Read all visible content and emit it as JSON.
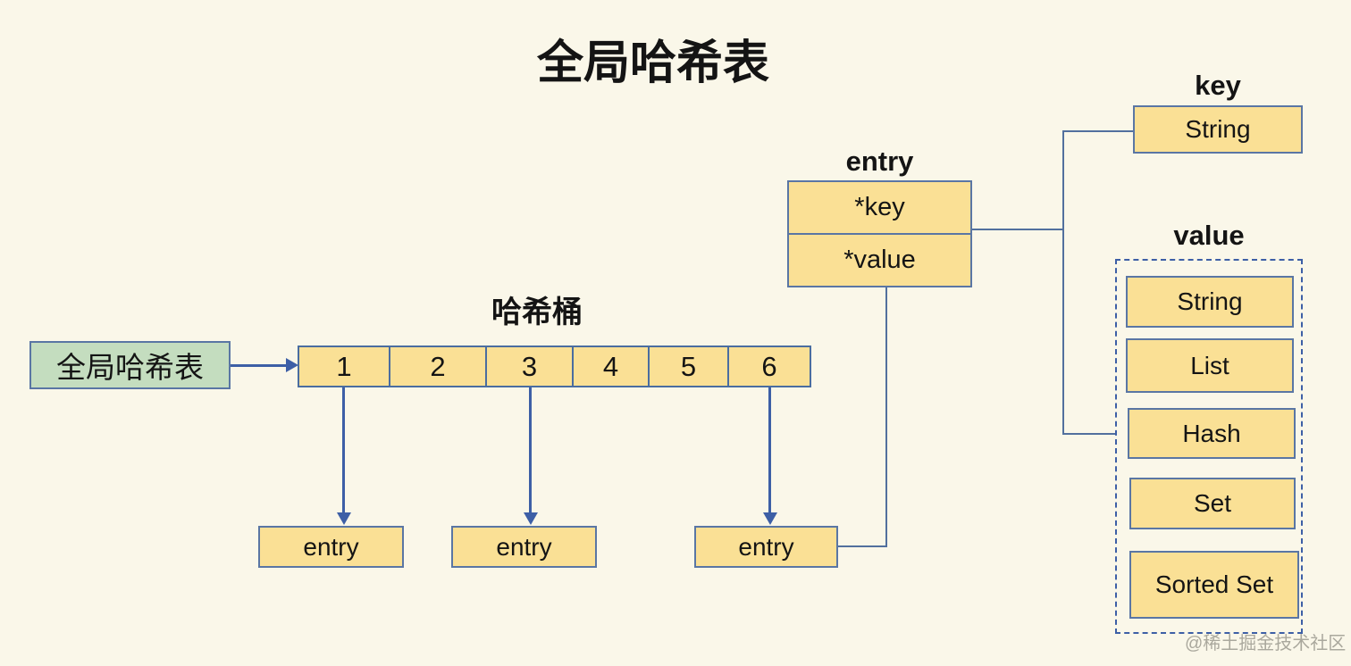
{
  "page": {
    "title": "全局哈希表"
  },
  "global_table": {
    "label": "全局哈希表"
  },
  "hash_bucket": {
    "label": "哈希桶",
    "cells": [
      "1",
      "2",
      "3",
      "4",
      "5",
      "6"
    ]
  },
  "entries": {
    "entry1": "entry",
    "entry2": "entry",
    "entry3": "entry"
  },
  "entry_struct": {
    "label": "entry",
    "key_field": "*key",
    "value_field": "*value"
  },
  "key_section": {
    "label": "key",
    "type": "String"
  },
  "value_section": {
    "label": "value",
    "types": [
      "String",
      "List",
      "Hash",
      "Set",
      "Sorted Set"
    ]
  },
  "watermark": "@稀土掘金技术社区",
  "colors": {
    "background": "#FAF7E9",
    "box_fill": "#FAE095",
    "box_border": "#4A6DA0",
    "green_fill": "#C4DDBF",
    "line": "#52709E",
    "arrow": "#3D5FA6",
    "dashed_border": "#3D5FA6",
    "text": "#141414",
    "watermark": "#96938A"
  }
}
